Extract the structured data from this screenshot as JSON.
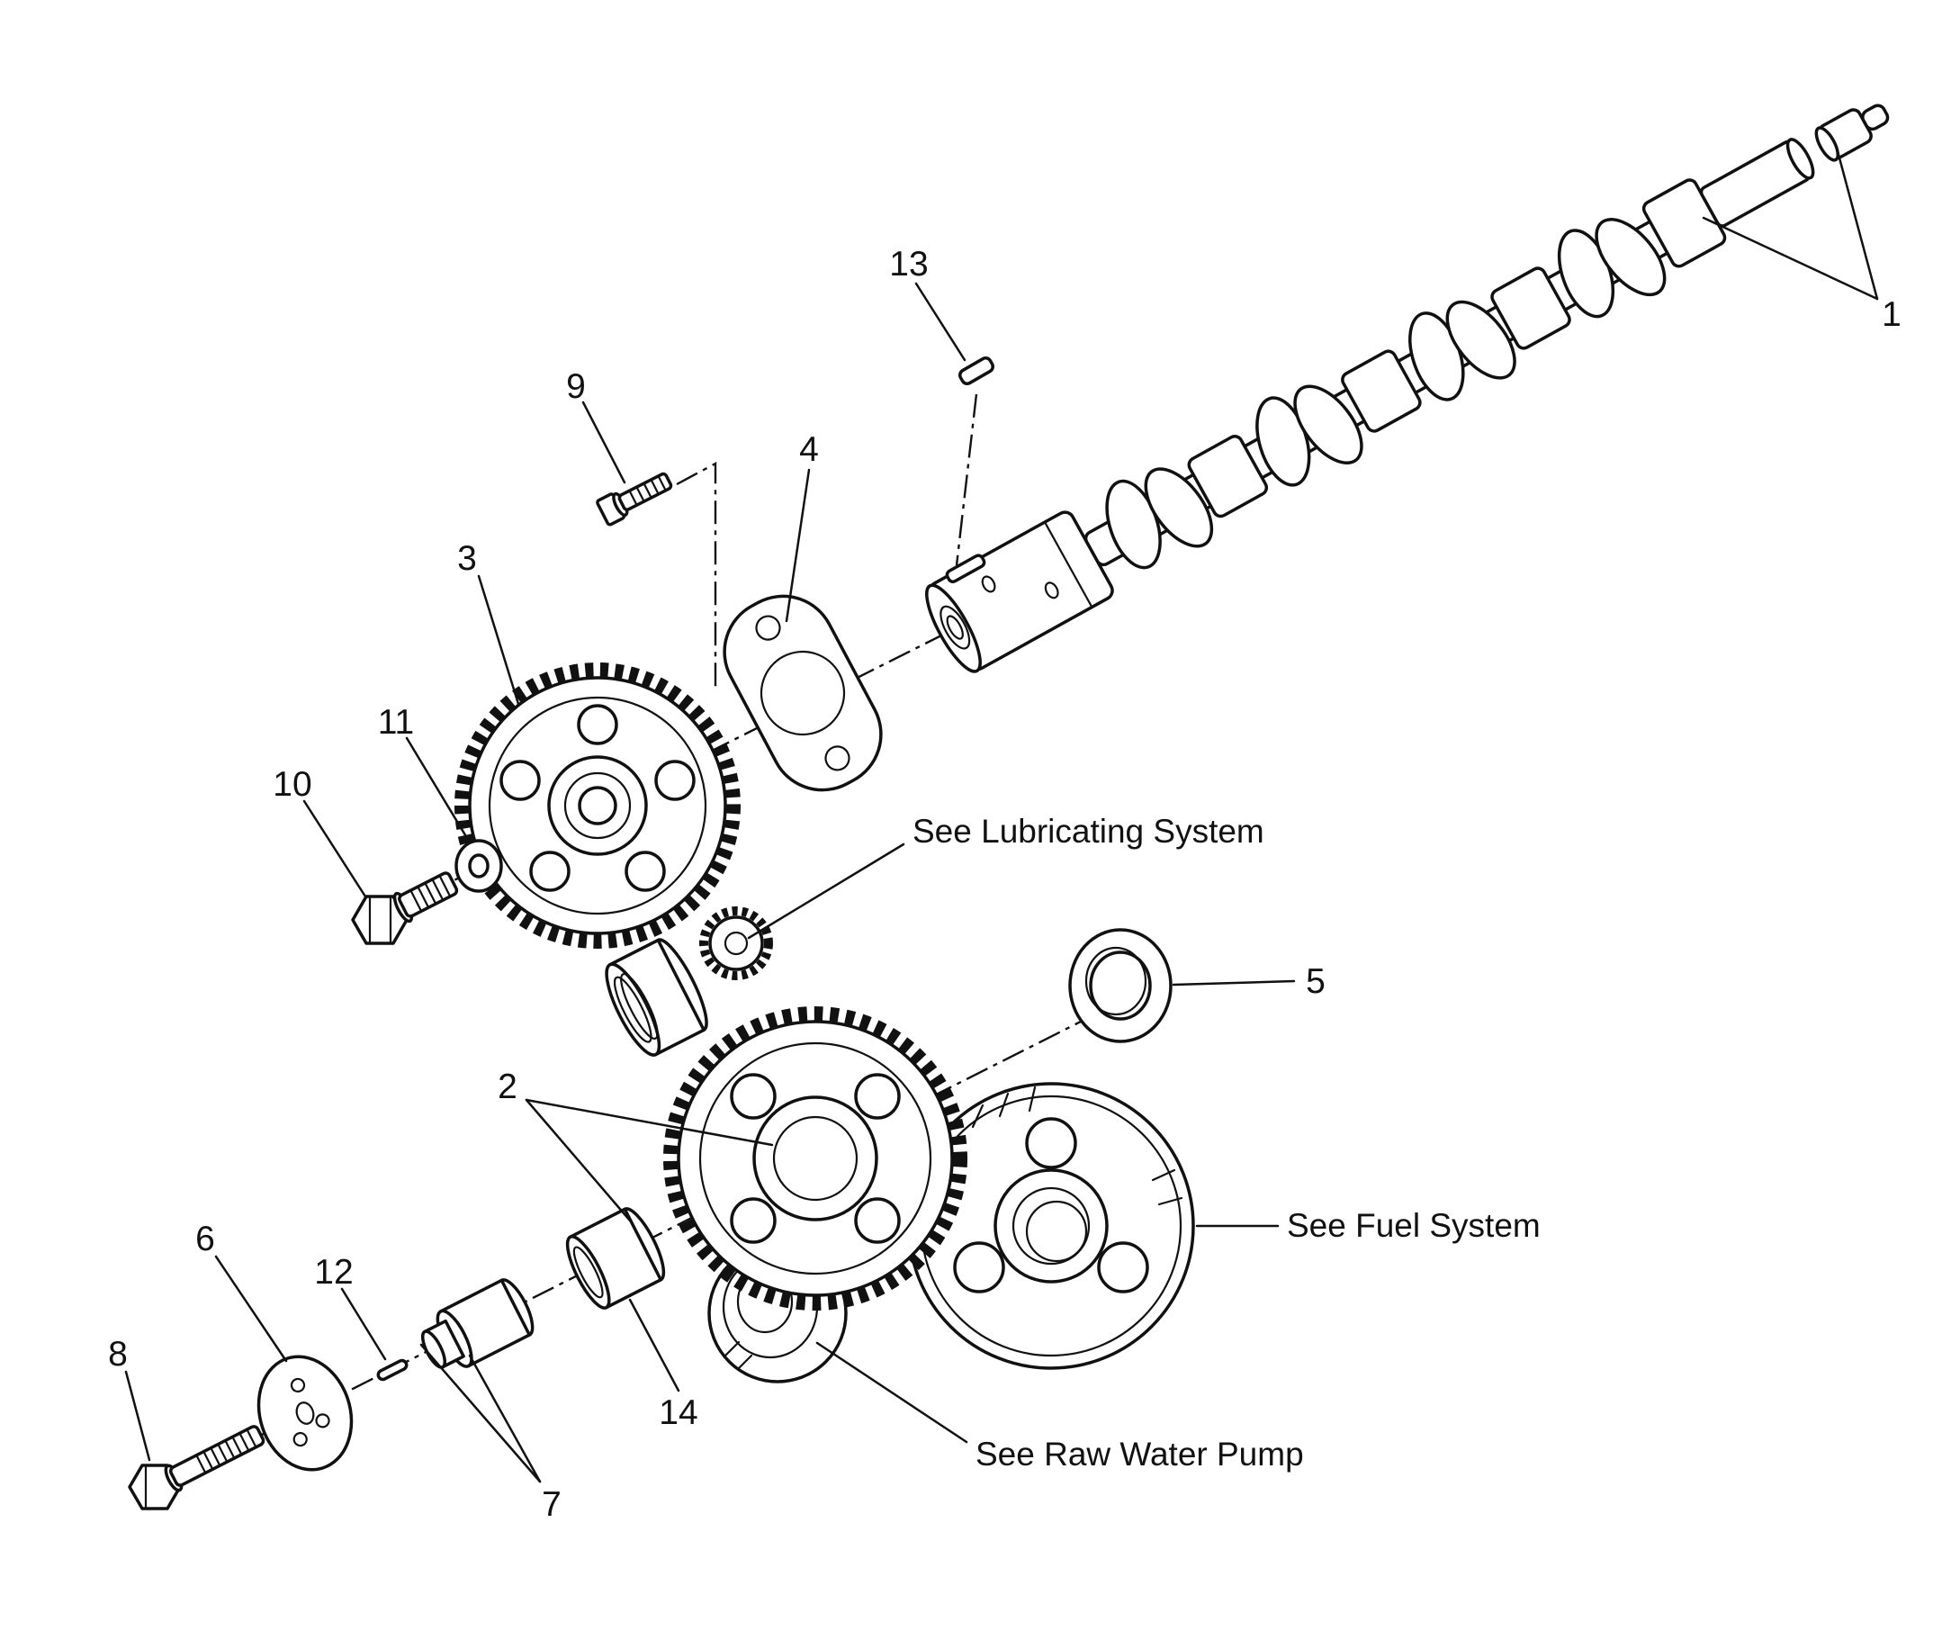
{
  "diagram": {
    "description": "exploded-parts-line-drawing",
    "colors": {
      "ink": "#111111",
      "paper": "#ffffff"
    },
    "callouts": [
      {
        "id": "1",
        "label": "1"
      },
      {
        "id": "2",
        "label": "2"
      },
      {
        "id": "3",
        "label": "3"
      },
      {
        "id": "4",
        "label": "4"
      },
      {
        "id": "5",
        "label": "5"
      },
      {
        "id": "6",
        "label": "6"
      },
      {
        "id": "7",
        "label": "7"
      },
      {
        "id": "8",
        "label": "8"
      },
      {
        "id": "9",
        "label": "9"
      },
      {
        "id": "10",
        "label": "10"
      },
      {
        "id": "11",
        "label": "11"
      },
      {
        "id": "12",
        "label": "12"
      },
      {
        "id": "13",
        "label": "13"
      },
      {
        "id": "14",
        "label": "14"
      }
    ],
    "annotations": [
      {
        "id": "lubricating",
        "text": "See Lubricating System"
      },
      {
        "id": "fuel",
        "text": "See Fuel System"
      },
      {
        "id": "raw-water",
        "text": "See Raw Water Pump"
      }
    ]
  }
}
